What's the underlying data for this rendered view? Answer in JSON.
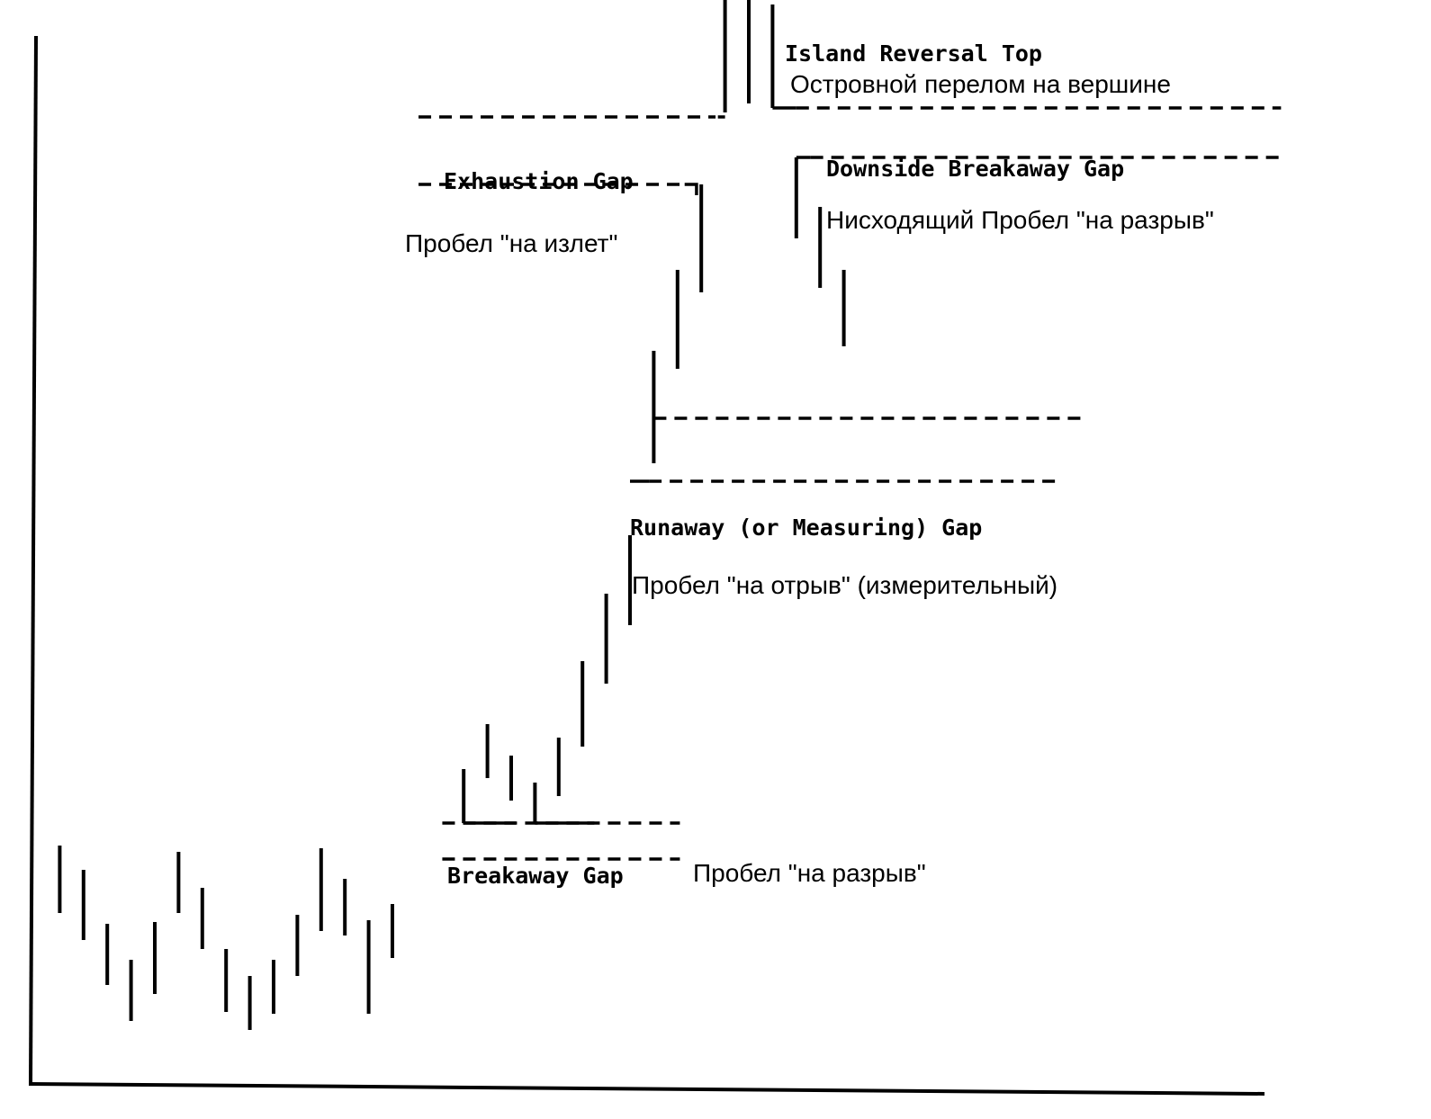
{
  "chart_data": {
    "type": "bar",
    "subtype": "price-bars",
    "title": "",
    "xlabel": "",
    "ylabel": "",
    "grid": false,
    "legend": "none",
    "ylim": [
      0,
      1180
    ],
    "bars": [
      {
        "x": 1,
        "low": 190,
        "high": 265
      },
      {
        "x": 2,
        "low": 160,
        "high": 238
      },
      {
        "x": 3,
        "low": 110,
        "high": 178
      },
      {
        "x": 4,
        "low": 70,
        "high": 138
      },
      {
        "x": 5,
        "low": 100,
        "high": 180
      },
      {
        "x": 6,
        "low": 190,
        "high": 258
      },
      {
        "x": 7,
        "low": 150,
        "high": 218
      },
      {
        "x": 8,
        "low": 80,
        "high": 150
      },
      {
        "x": 9,
        "low": 60,
        "high": 120
      },
      {
        "x": 10,
        "low": 78,
        "high": 138
      },
      {
        "x": 11,
        "low": 120,
        "high": 188
      },
      {
        "x": 12,
        "low": 170,
        "high": 262
      },
      {
        "x": 13,
        "low": 165,
        "high": 228
      },
      {
        "x": 14,
        "low": 78,
        "high": 182
      },
      {
        "x": 15,
        "low": 140,
        "high": 200
      },
      {
        "x": 18,
        "low": 290,
        "high": 350
      },
      {
        "x": 19,
        "low": 340,
        "high": 400
      },
      {
        "x": 20,
        "low": 315,
        "high": 365
      },
      {
        "x": 21,
        "low": 290,
        "high": 335
      },
      {
        "x": 22,
        "low": 320,
        "high": 385
      },
      {
        "x": 23,
        "low": 375,
        "high": 470
      },
      {
        "x": 24,
        "low": 445,
        "high": 545
      },
      {
        "x": 25,
        "low": 510,
        "high": 610
      },
      {
        "x": 26,
        "low": 690,
        "high": 815
      },
      {
        "x": 27,
        "low": 795,
        "high": 905
      },
      {
        "x": 28,
        "low": 880,
        "high": 1000
      },
      {
        "x": 29,
        "low": 1080,
        "high": 1205
      },
      {
        "x": 30,
        "low": 1090,
        "high": 1205
      },
      {
        "x": 31,
        "low": 1085,
        "high": 1200
      },
      {
        "x": 32,
        "low": 940,
        "high": 1030
      },
      {
        "x": 33,
        "low": 885,
        "high": 975
      },
      {
        "x": 34,
        "low": 820,
        "high": 905
      }
    ],
    "annotations": [
      {
        "id": "island",
        "en": "Island Reversal Top",
        "ru": "Островной перелом на вершине"
      },
      {
        "id": "exhaustion",
        "en": "Exhaustion Gap",
        "ru": "Пробел \"на излет\""
      },
      {
        "id": "downside",
        "en": "Downside Breakaway Gap",
        "ru": "Нисходящий Пробел \"на разрыв\""
      },
      {
        "id": "runaway",
        "en": "Runaway (or Measuring) Gap",
        "ru": "Пробел \"на отрыв\" (измерительный)"
      },
      {
        "id": "breakaway",
        "en": "Breakaway Gap",
        "ru": "Пробел \"на разрыв\""
      }
    ],
    "gaps": [
      {
        "id": "breakaway",
        "lower": 250,
        "upper": 290
      },
      {
        "id": "runaway",
        "lower": 670,
        "upper": 740
      },
      {
        "id": "exhaustion",
        "lower": 1000,
        "upper": 1075
      },
      {
        "id": "downside",
        "lower": 1030,
        "upper": 1085
      }
    ]
  }
}
